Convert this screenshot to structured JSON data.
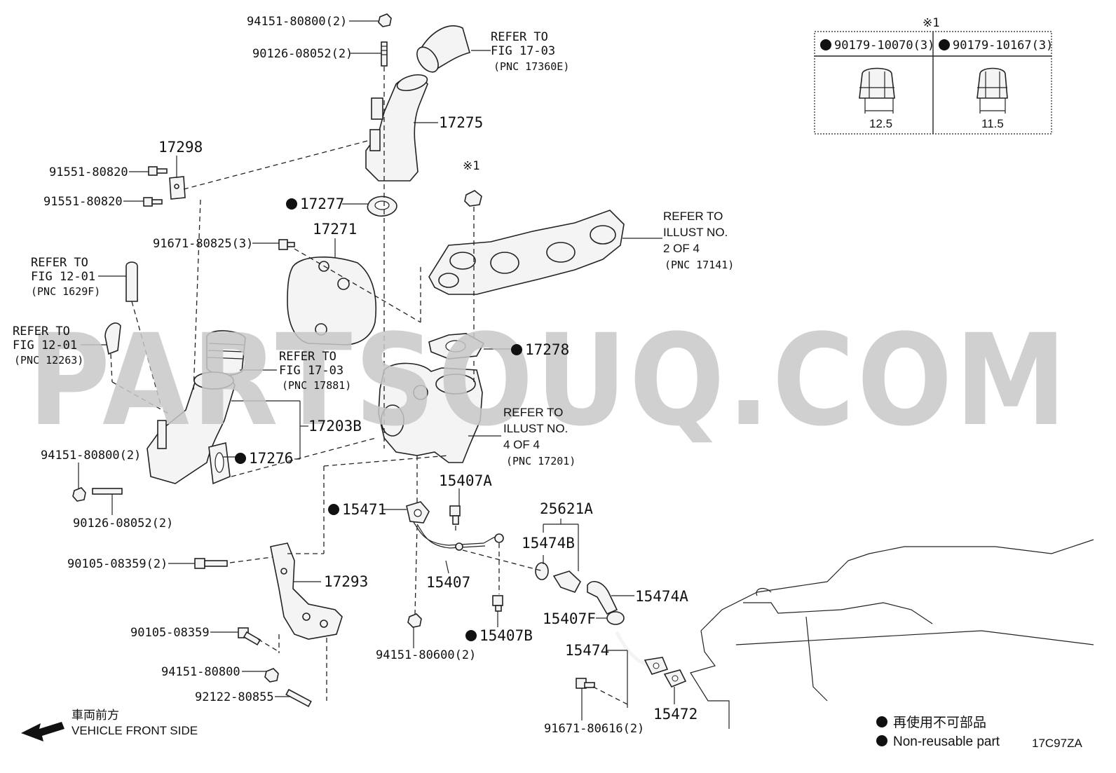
{
  "watermark": "PARTSOUQ.COM",
  "diagram_code": "17C97ZA",
  "legend": {
    "ja": "再使用不可部品",
    "en": "Non-reusable part"
  },
  "direction": {
    "ja": "車両前方",
    "en": "VEHICLE FRONT SIDE"
  },
  "inset": {
    "mark": "※1",
    "left_part": "90179-10070(3)",
    "right_part": "90179-10167(3)",
    "left_dim": "12.5",
    "right_dim": "11.5"
  },
  "mark_1": "※1",
  "refer": {
    "fig_17_03_a": [
      "REFER TO",
      "FIG 17-03",
      "(PNC 17360E)"
    ],
    "fig_12_01_a": [
      "REFER TO",
      "FIG 12-01",
      "(PNC 1629F)"
    ],
    "fig_12_01_b": [
      "REFER TO",
      "FIG 12-01",
      "(PNC 12263)"
    ],
    "fig_17_03_b": [
      "REFER TO",
      "FIG 17-03",
      "(PNC 17881)"
    ],
    "illust_2": [
      "REFER TO",
      "ILLUST NO.",
      "2 OF 4",
      "(PNC 17141)"
    ],
    "illust_4": [
      "REFER TO",
      "ILLUST NO.",
      "4 OF 4",
      "(PNC 17201)"
    ]
  },
  "labels": {
    "p94151_top": "94151-80800(2)",
    "p90126_top": "90126-08052(2)",
    "p17275": "17275",
    "p17298": "17298",
    "p91551_a": "91551-80820",
    "p91551_b": "91551-80820",
    "p17277": "17277",
    "p91671_80825": "91671-80825(3)",
    "p17271": "17271",
    "p17278": "17278",
    "p17203B": "17203B",
    "p17276": "17276",
    "p94151_left": "94151-80800(2)",
    "p90126_left": "90126-08052(2)",
    "p15407A": "15407A",
    "p15471": "15471",
    "p25621A": "25621A",
    "p15474B": "15474B",
    "p90105_2": "90105-08359(2)",
    "p17293": "17293",
    "p15407": "15407",
    "p15474A": "15474A",
    "p15407F": "15407F",
    "p90105": "90105-08359",
    "p94151_80600": "94151-80600(2)",
    "p15407B": "15407B",
    "p15474": "15474",
    "p94151_80800": "94151-80800",
    "p92122": "92122-80855",
    "p15472": "15472",
    "p91671_80616": "91671-80616(2)"
  }
}
